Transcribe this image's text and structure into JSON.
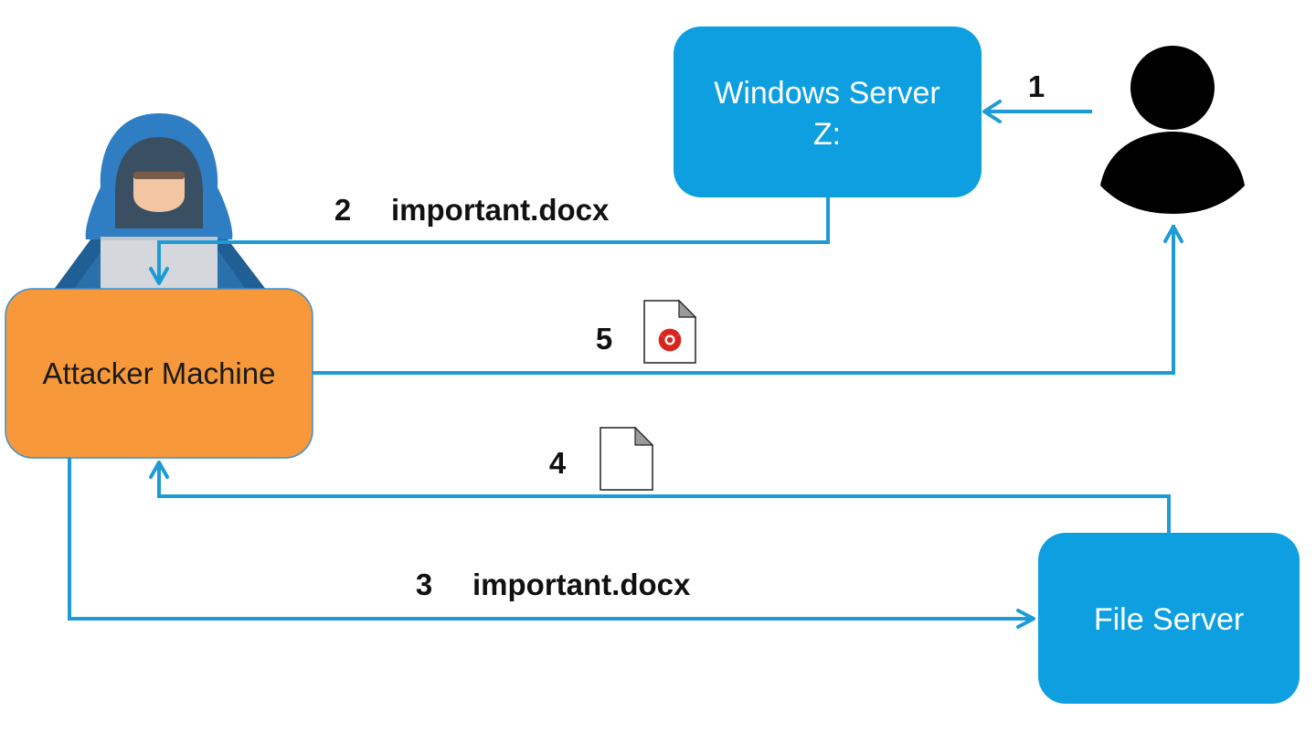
{
  "nodes": {
    "windows_server": {
      "line1": "Windows Server",
      "line2": "Z:"
    },
    "attacker_machine": {
      "label": "Attacker Machine"
    },
    "file_server": {
      "label": "File Server"
    }
  },
  "steps": {
    "s1": {
      "number": "1"
    },
    "s2": {
      "number": "2",
      "file": "important.docx"
    },
    "s3": {
      "number": "3",
      "file": "important.docx"
    },
    "s4": {
      "number": "4",
      "icon": "blank-document-icon"
    },
    "s5": {
      "number": "5",
      "icon": "radioactive-document-icon"
    }
  },
  "colors": {
    "server_box": "#0d9fe0",
    "attacker_box": "#f7993a",
    "arrow": "#1e9bd7",
    "hazard": "#d7261f",
    "hacker_hood": "#2f7ec4"
  },
  "icons": {
    "user": "user-icon",
    "hacker": "hacker-icon"
  }
}
